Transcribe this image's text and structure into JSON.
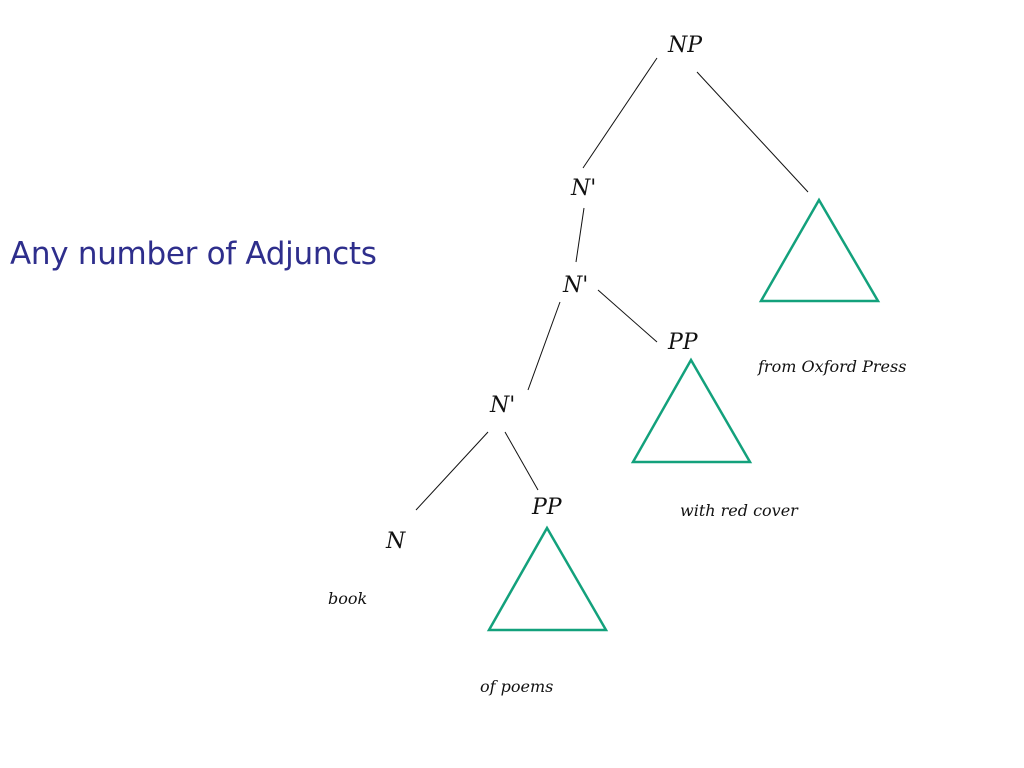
{
  "slide": {
    "title": "Any number of Adjuncts"
  },
  "tree": {
    "nodes": {
      "np": "NP",
      "nbar_top": "N'",
      "nbar_mid": "N'",
      "nbar_low": "N'",
      "n": "N",
      "pp_1": "PP",
      "pp_2": "PP"
    },
    "phrases": {
      "head": "book",
      "pp_1": "of poems",
      "pp_2": "with red cover",
      "pp_3": "from Oxford Press"
    },
    "triangle_color": "#13a17c"
  }
}
